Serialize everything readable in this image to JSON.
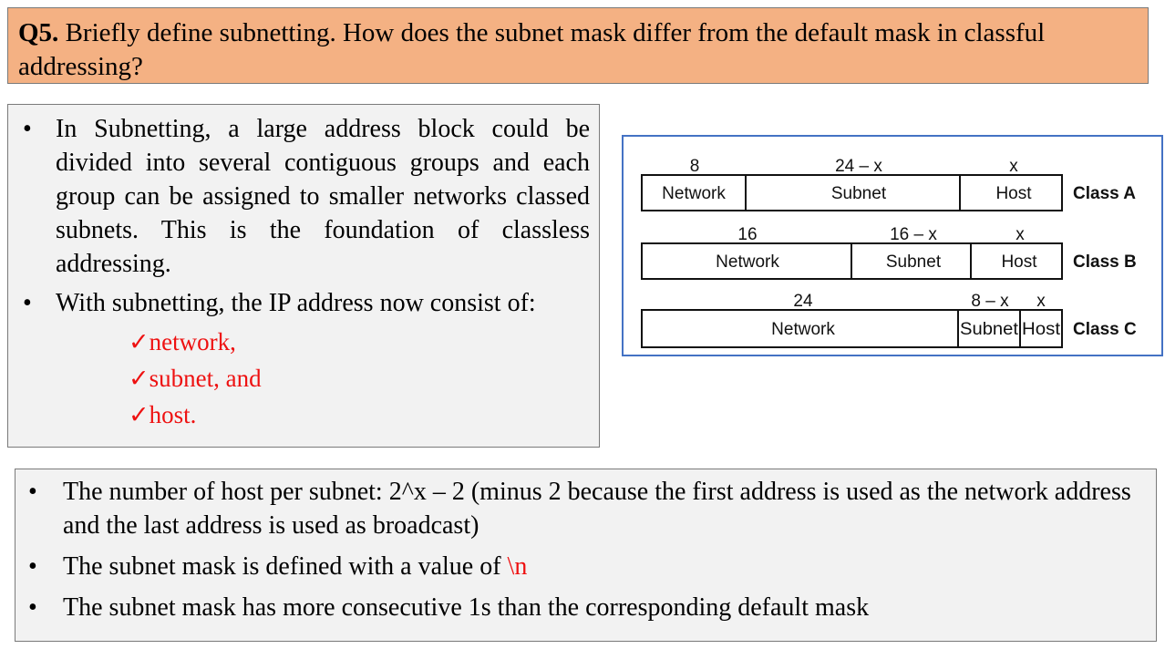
{
  "question": {
    "label": "Q5.",
    "text": " Briefly define subnetting. How does the subnet mask differ from the default mask in classful addressing?"
  },
  "left_panel": {
    "bullets": [
      "In Subnetting, a large address block could be divided into several contiguous groups and each group can be assigned to smaller networks classed subnets. This is the foundation of classless addressing.",
      "With subnetting, the IP address now consist of:"
    ],
    "components": [
      "✓network,",
      "✓subnet, and",
      "✓host."
    ],
    "components_color": "#ee1111"
  },
  "diagram": {
    "classes": [
      {
        "name": "Class A",
        "fields": [
          {
            "bits": "8",
            "label": "Network"
          },
          {
            "bits": "24 – x",
            "label": "Subnet"
          },
          {
            "bits": "x",
            "label": "Host"
          }
        ]
      },
      {
        "name": "Class B",
        "fields": [
          {
            "bits": "16",
            "label": "Network"
          },
          {
            "bits": "16 – x",
            "label": "Subnet"
          },
          {
            "bits": "x",
            "label": "Host"
          }
        ]
      },
      {
        "name": "Class C",
        "fields": [
          {
            "bits": "24",
            "label": "Network"
          },
          {
            "bits": "8 – x",
            "label": "Subnet"
          },
          {
            "bits": "x",
            "label": "Host"
          }
        ]
      }
    ],
    "border_color": "#4472c4"
  },
  "bottom_panel": {
    "bullet1": "The number of host per subnet: 2^x – 2 (minus 2 because the first address is used as the network address and the last address is used as broadcast)",
    "bullet2_prefix": "The subnet mask is defined with a value of ",
    "bullet2_value": "\\n",
    "bullet3": "The subnet mask has more consecutive 1s than the corresponding default mask"
  },
  "colors": {
    "question_bg": "#f4b183",
    "panel_bg": "#f2f2f2",
    "accent_red": "#ee1111"
  }
}
